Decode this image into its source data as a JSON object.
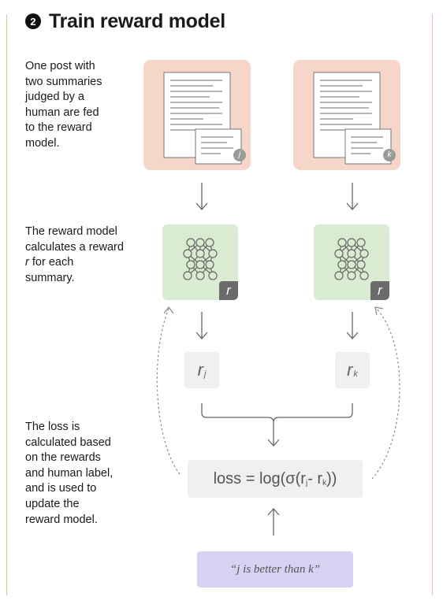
{
  "step": {
    "number": "2",
    "title": "Train reward model"
  },
  "descriptions": {
    "input": [
      "One post with",
      "two summaries",
      "judged by a",
      "human are fed",
      "to the reward",
      "model."
    ],
    "reward_prefix": "The reward model calculates a reward ",
    "reward_var": "r",
    "reward_suffix": " for each summary.",
    "loss": [
      "The loss is",
      "calculated based",
      "on the rewards",
      "and human label,",
      "and is used to",
      "update the",
      "reward model."
    ]
  },
  "summaries": {
    "left_label": "j",
    "right_label": "k"
  },
  "model_badge": "r",
  "rewards": {
    "left": {
      "var": "r",
      "sub": "j"
    },
    "right": {
      "var": "r",
      "sub": "k"
    }
  },
  "loss": {
    "prefix": "loss = log(σ(r",
    "sub1": "j",
    "middle": " - r",
    "sub2": "k",
    "suffix": "))"
  },
  "human_label": "“j is better than k”",
  "colors": {
    "post_box": "#f6d6c9",
    "nn_box": "#d9ebd1",
    "reward_box": "#f0f0f0",
    "label_box": "#d6d3f2",
    "rule_left": "#b9d3b0",
    "rule_right": "#e4c2c2",
    "arrow": "#666666"
  },
  "icons": [
    "document-icon",
    "neural-network-icon",
    "arrow-down-icon",
    "arrow-up-icon",
    "dashed-feedback-arrow-icon",
    "bracket-icon"
  ]
}
